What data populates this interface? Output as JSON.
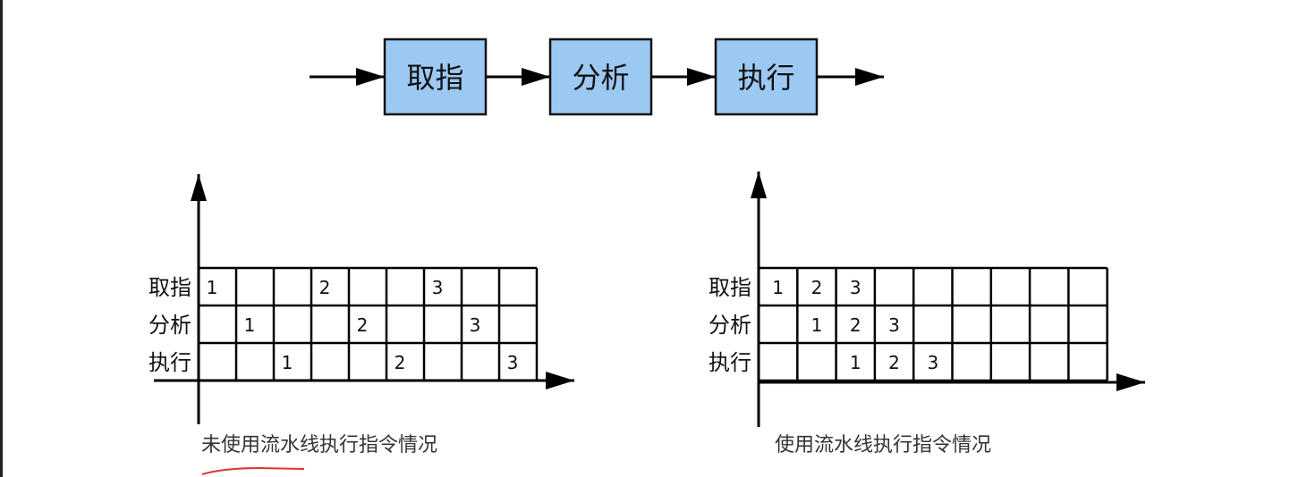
{
  "flow": {
    "stages": [
      "取指",
      "分析",
      "执行"
    ],
    "box_color": "#9cc9f2"
  },
  "charts": [
    {
      "caption": "未使用流水线执行指令情况",
      "row_labels": [
        "取指",
        "分析",
        "执行"
      ],
      "rows": [
        [
          "1",
          "",
          "",
          "2",
          "",
          "",
          "3",
          "",
          ""
        ],
        [
          "",
          "1",
          "",
          "",
          "2",
          "",
          "",
          "3",
          ""
        ],
        [
          "",
          "",
          "1",
          "",
          "",
          "2",
          "",
          "",
          "3"
        ]
      ]
    },
    {
      "caption": "使用流水线执行指令情况",
      "row_labels": [
        "取指",
        "分析",
        "执行"
      ],
      "rows": [
        [
          "1",
          "2",
          "3",
          "",
          "",
          "",
          "",
          "",
          ""
        ],
        [
          "",
          "1",
          "2",
          "3",
          "",
          "",
          "",
          "",
          ""
        ],
        [
          "",
          "",
          "1",
          "2",
          "3",
          "",
          "",
          "",
          ""
        ]
      ]
    }
  ]
}
